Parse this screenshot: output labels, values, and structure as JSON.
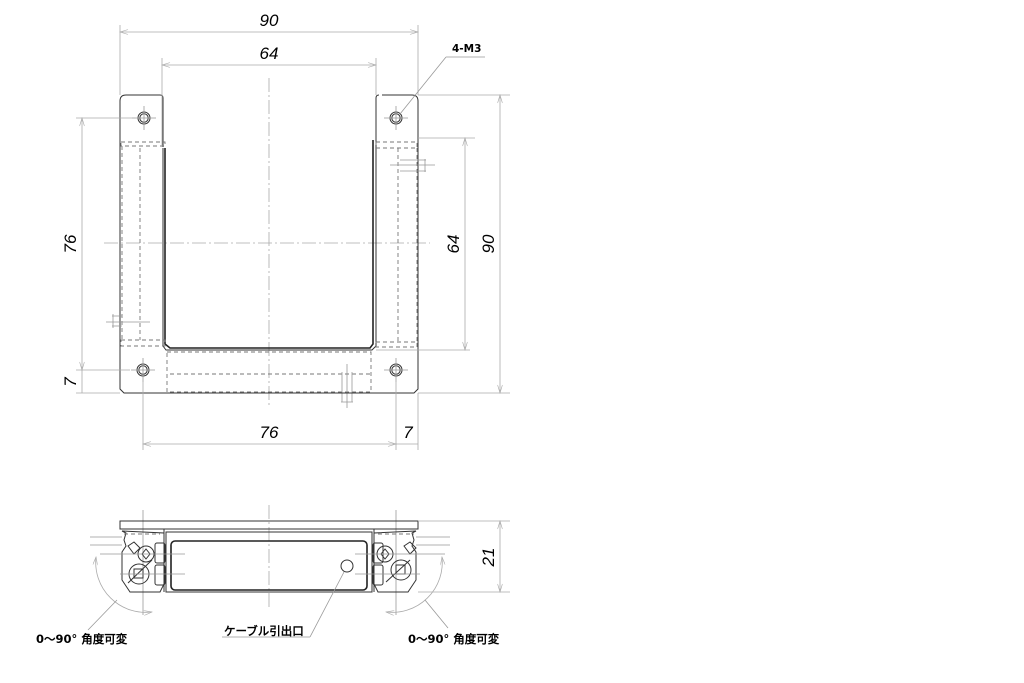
{
  "drawing": {
    "top_view": {
      "dimensions": {
        "overall_width": "90",
        "inner_width": "64",
        "left_hole_pitch": "76",
        "left_edge_offset": "7",
        "bottom_hole_pitch": "76",
        "bottom_edge_offset": "7",
        "right_inner_height": "64",
        "right_overall_height": "90"
      },
      "callouts": {
        "hole_spec": "4-M3"
      }
    },
    "side_view": {
      "dimensions": {
        "height": "21"
      },
      "callouts": {
        "left_angle": "0～90°  角度可変",
        "cable_exit": "ケーブル引出口",
        "right_angle": "0～90°  角度可変"
      }
    },
    "colors": {
      "line": "#333333",
      "dimension_line": "#aaaaaa",
      "hidden_line": "#777777",
      "background": "#ffffff"
    }
  }
}
